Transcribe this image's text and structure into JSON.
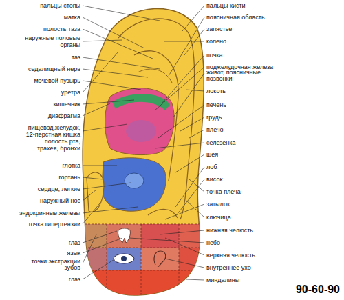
{
  "diagram": {
    "labels": [
      "пальцы стопы",
      "матка",
      "полость таза",
      "наружные половые органы",
      "таз",
      "седалищный нерв",
      "мочевой пузырь",
      "уретра",
      "кишечник",
      "диафрагма",
      "пищевод,желудок, 12-перстная кишка полость рта, трахея, бронхи",
      "глотка",
      "гортань",
      "сердце, легкие",
      "наружный нос",
      "эндокринные железы",
      "точка гипертензии",
      "глаз",
      "язык",
      "точки экстракции зубов",
      "глаз",
      "пальцы кисти",
      "поясничная область",
      "запястье",
      "колено",
      "почка",
      "поджелудочная железа",
      "живот, поясничные позвонки",
      "локоть",
      "печень",
      "грудь",
      "плечо",
      "селезенка",
      "шея",
      "лоб",
      "висок",
      "точка плеча",
      "затылок",
      "ключица",
      "нижняя челюсть",
      "небо",
      "верхняя челюсть",
      "внутреннее ухо",
      "миндалины",
      "90-60-90"
    ]
  }
}
